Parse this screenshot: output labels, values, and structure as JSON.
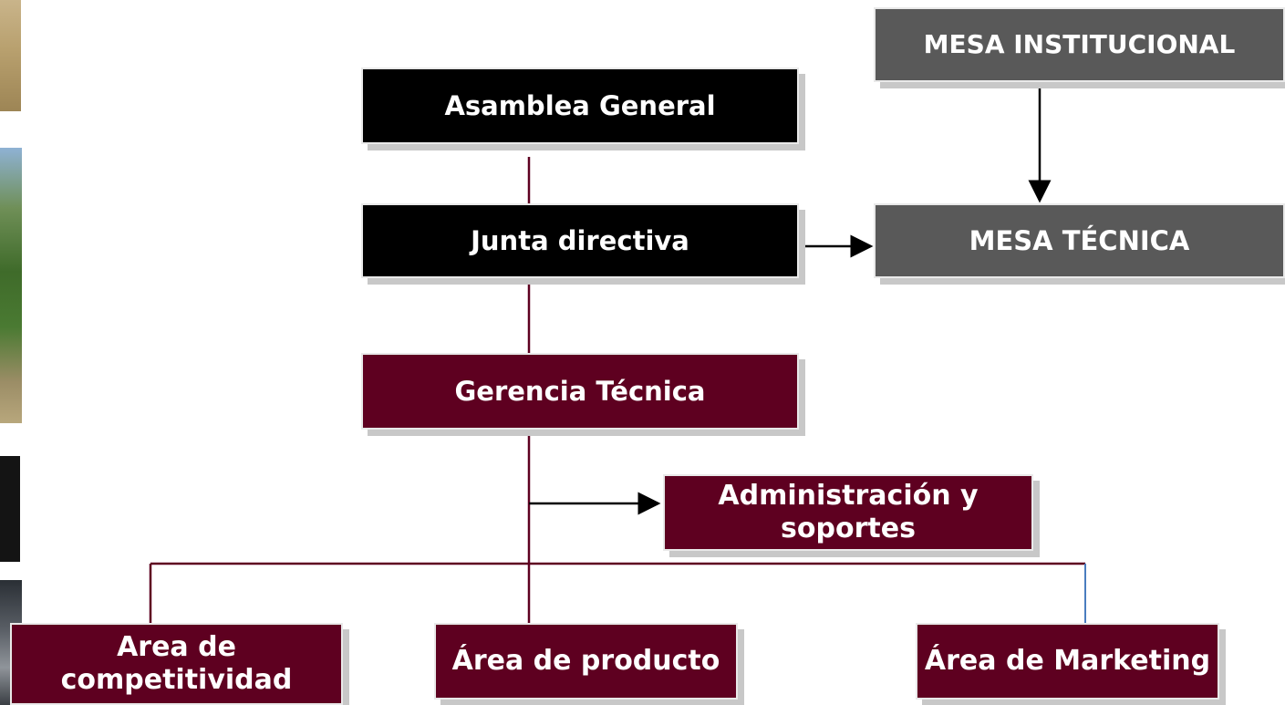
{
  "colors": {
    "black_box": "#000000",
    "grey_box": "#595959",
    "wine_box": "#5e0020",
    "connector_wine": "#5e0020",
    "connector_blue": "#4a7dbf",
    "arrow": "#000000"
  },
  "boxes": {
    "asamblea": "Asamblea General",
    "junta": "Junta directiva",
    "gerencia": "Gerencia Técnica",
    "administracion": "Administración y soportes",
    "mesa_institucional": "MESA INSTITUCIONAL",
    "mesa_tecnica": "MESA TÉCNICA",
    "area_competitividad": "Area de competitividad",
    "area_producto": "Área de producto",
    "area_marketing": "Área de Marketing"
  }
}
